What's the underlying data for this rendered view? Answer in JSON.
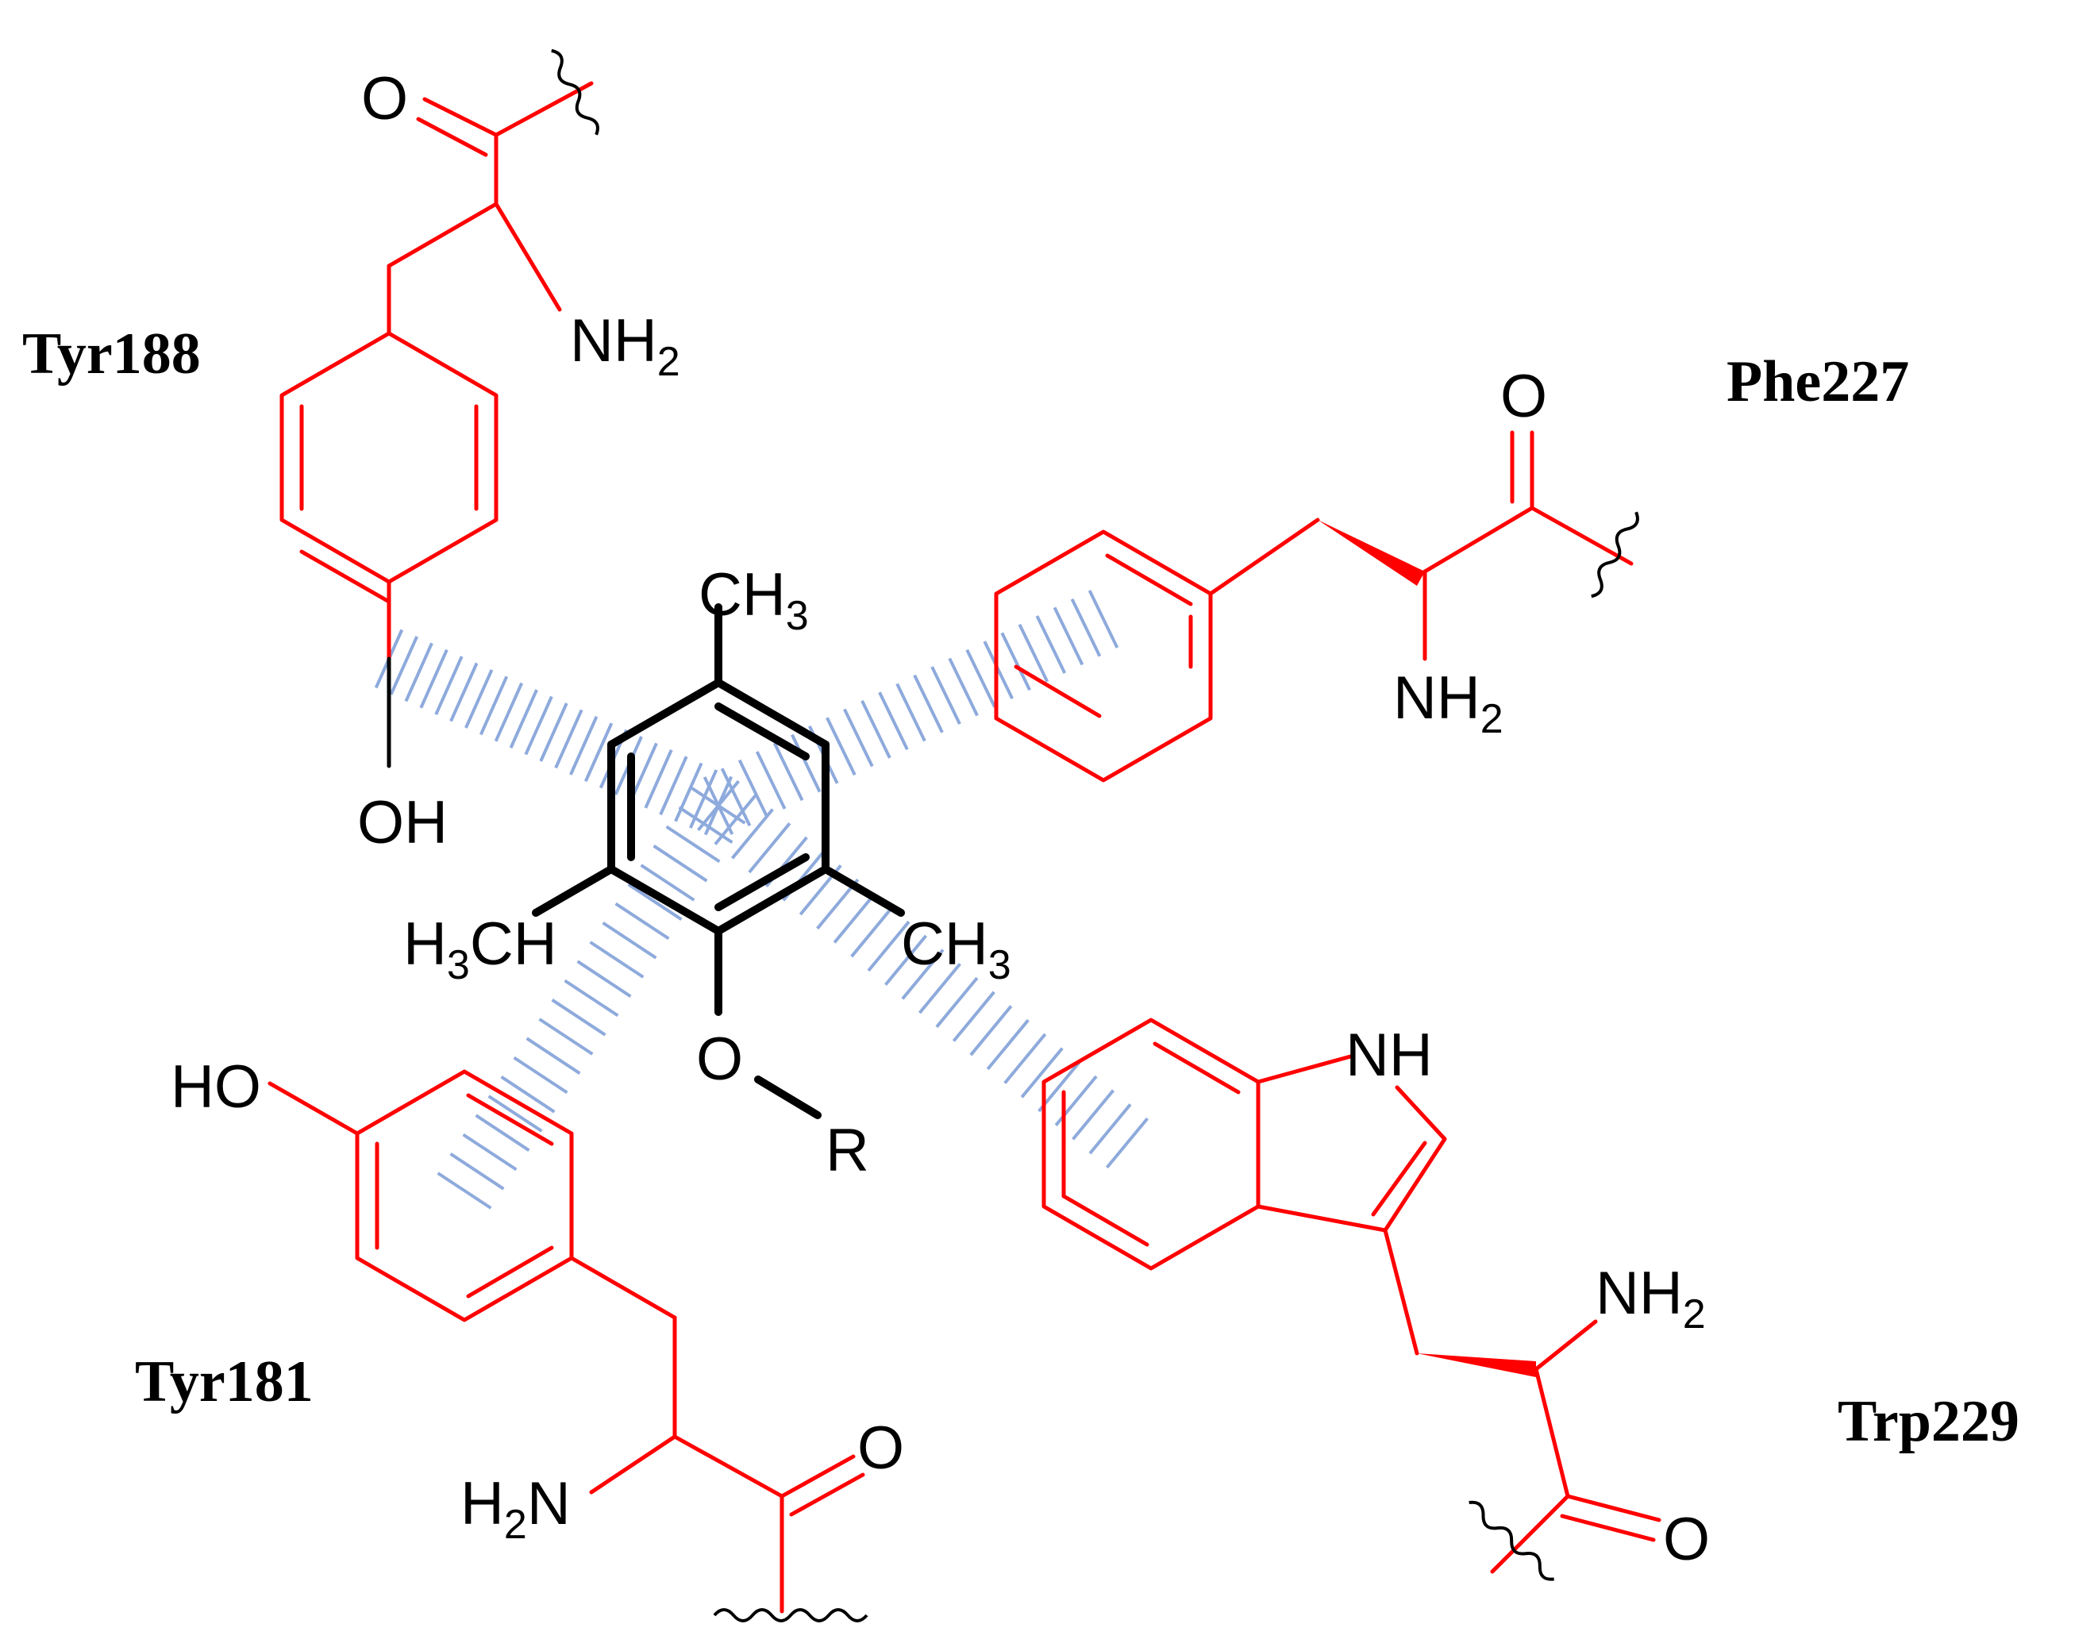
{
  "colors": {
    "residue": "#ff0000",
    "ligand": "#000000",
    "interaction": "#8eaadc"
  },
  "residues": {
    "tyr188": "Tyr188",
    "phe227": "Phe227",
    "tyr181": "Tyr181",
    "trp229": "Trp229"
  },
  "atoms": {
    "O": "O",
    "N": "N",
    "NH": "NH",
    "H": "H",
    "OH": "OH",
    "HO": "HO",
    "CH": "CH",
    "R": "R",
    "sub2": "2",
    "sub3": "3"
  }
}
